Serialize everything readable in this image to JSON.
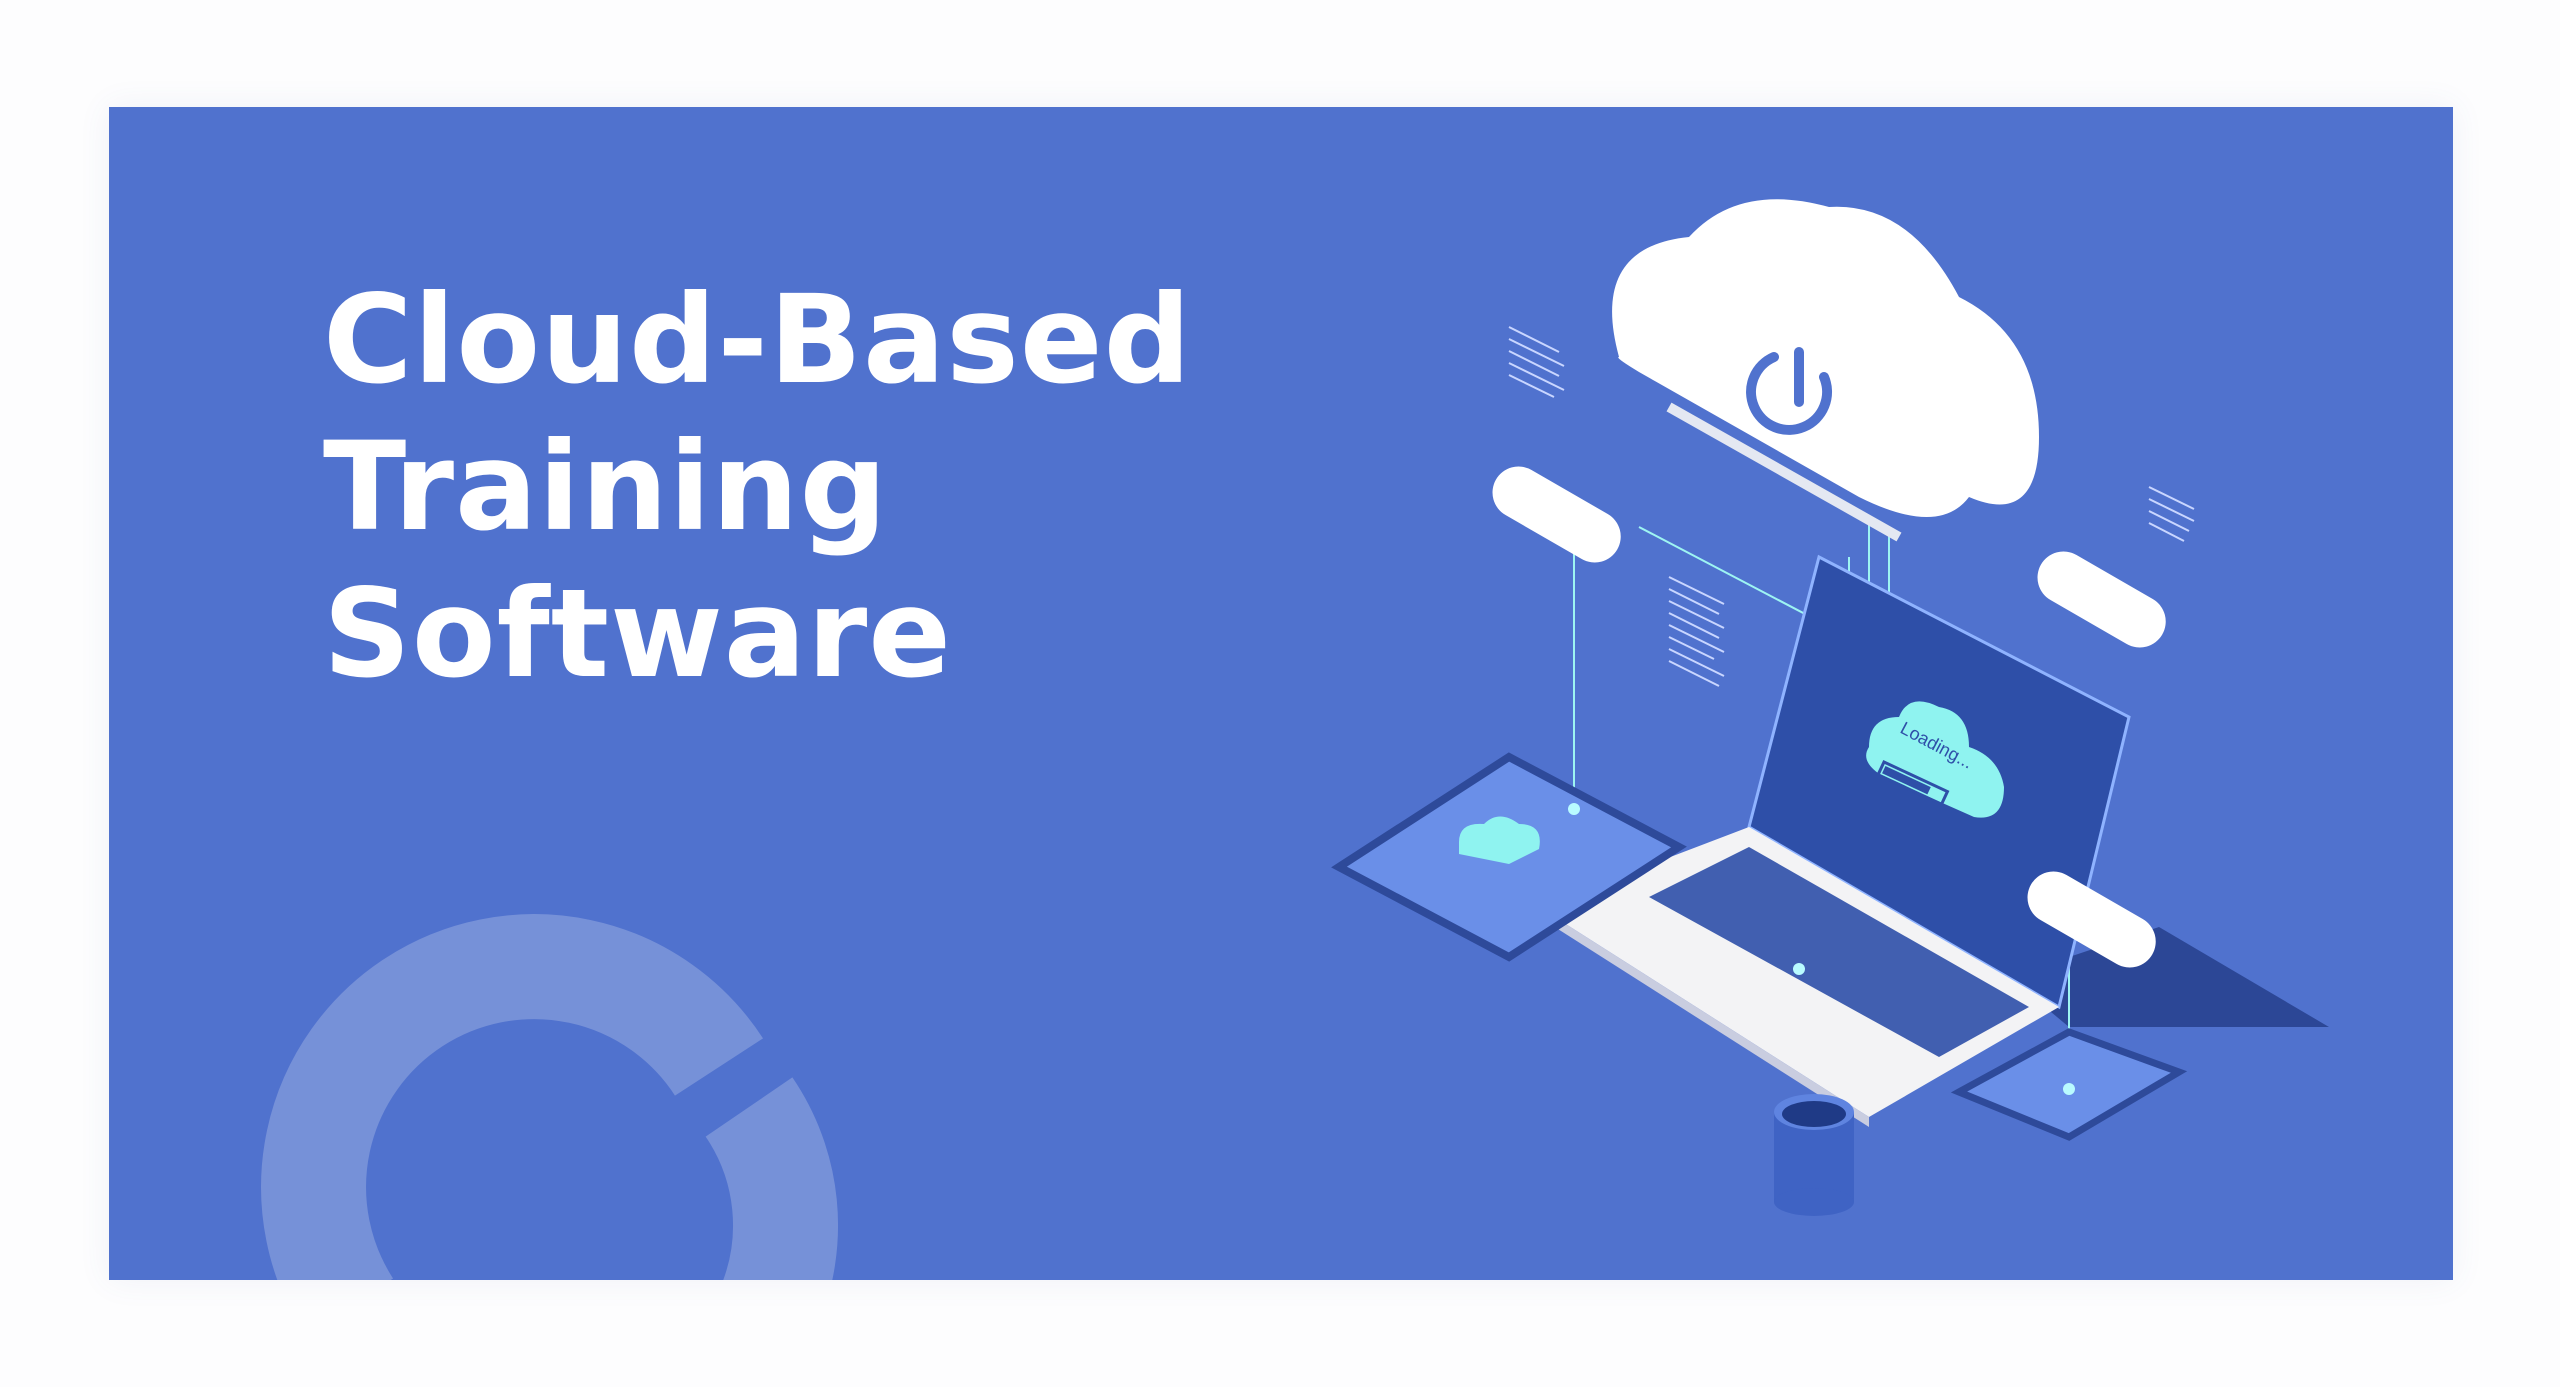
{
  "banner": {
    "title_lines": [
      "Cloud-Based",
      "Training",
      "Software"
    ],
    "screen_text": "Loading...",
    "colors": {
      "background": "#5072ce",
      "accent": "#8ff3f0",
      "dark": "#2d4ea6"
    }
  }
}
